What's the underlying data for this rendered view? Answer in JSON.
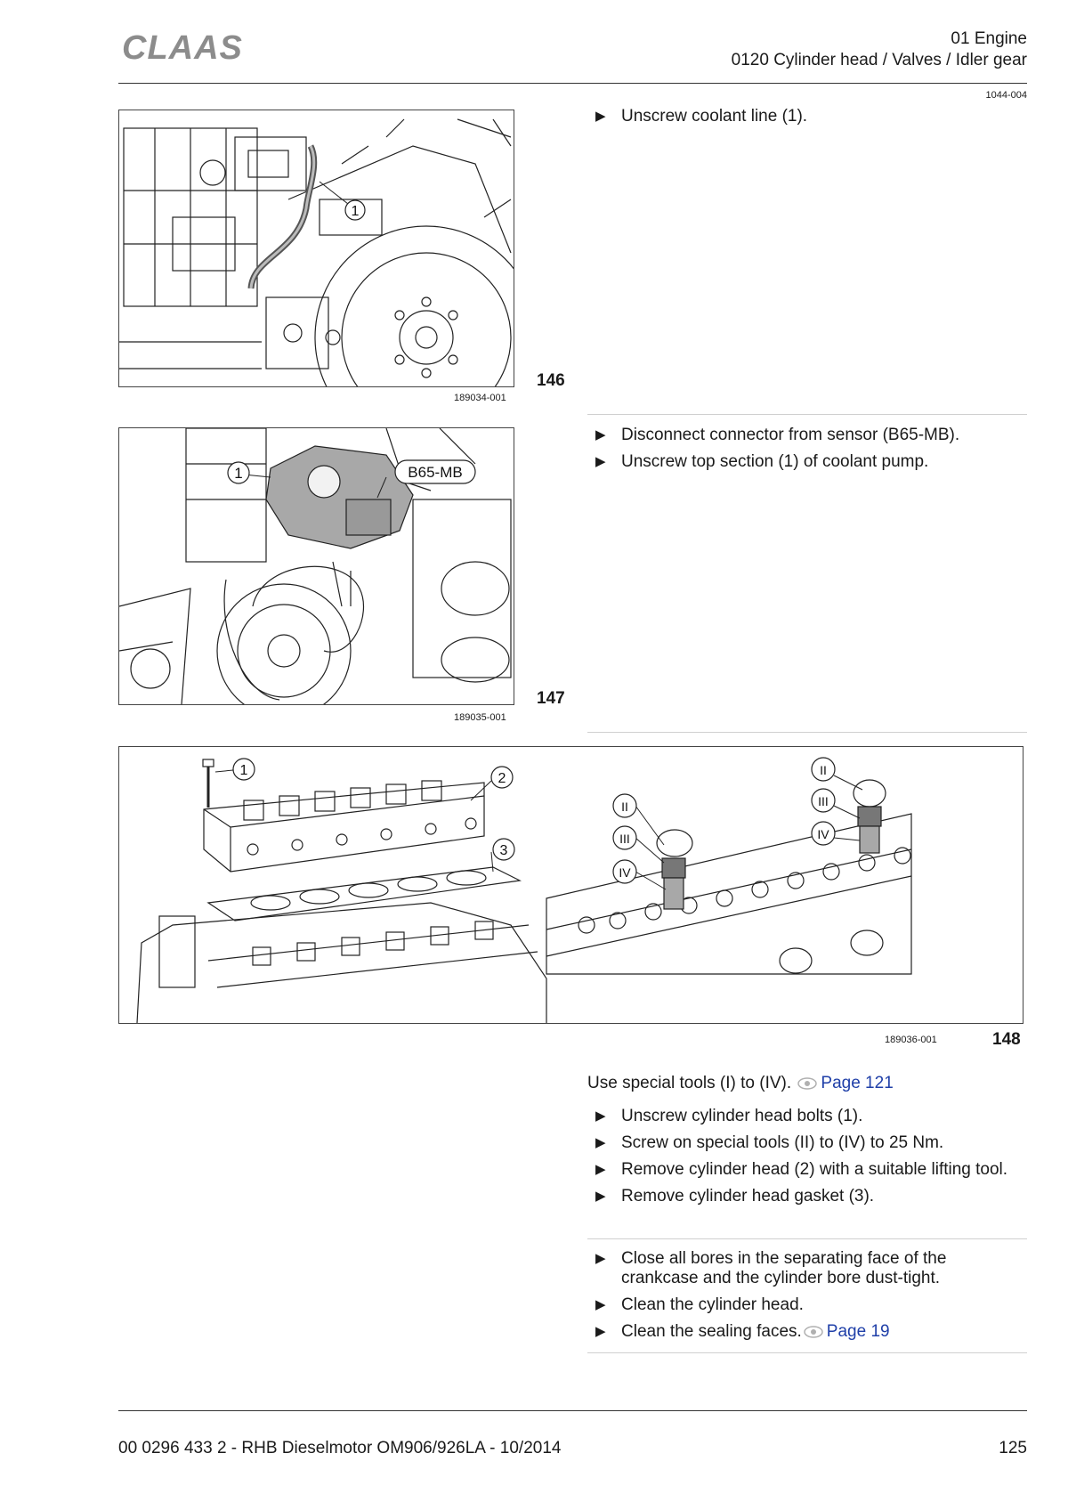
{
  "header": {
    "brand": "CLAAS",
    "chapter": "01 Engine",
    "section": "0120 Cylinder head / Valves / Idler gear",
    "doc_ref": "1044-004"
  },
  "blocks": [
    {
      "figure_number": "146",
      "figure_id": "189034-001",
      "callouts": [
        "1"
      ],
      "steps": [
        "Unscrew coolant line (1)."
      ]
    },
    {
      "figure_number": "147",
      "figure_id": "189035-001",
      "callouts": [
        "1",
        "B65-MB"
      ],
      "steps": [
        "Disconnect connector from sensor (B65-MB).",
        "Unscrew top section (1) of coolant pump."
      ]
    },
    {
      "figure_number": "148",
      "figure_id": "189036-001",
      "callouts_left": [
        "1",
        "2",
        "3"
      ],
      "callouts_right": [
        "II",
        "III",
        "IV",
        "II",
        "III",
        "IV"
      ]
    }
  ],
  "special_tools": {
    "text": "Use special tools (I) to (IV).",
    "link_label": "Page  121"
  },
  "steps_148": [
    "Unscrew cylinder head bolts (1).",
    "Screw on special tools (II) to (IV) to 25 Nm.",
    "Remove cylinder head (2) with a suitable lifting tool.",
    "Remove cylinder head gasket (3)."
  ],
  "steps_final": [
    "Close all bores in the separating face of the crankcase and the cylinder bore dust-tight.",
    "Clean the cylinder head."
  ],
  "steps_final_link": {
    "text": "Clean the sealing faces.",
    "link_label": "Page  19"
  },
  "footer": {
    "doc": "00 0296 433 2 - RHB Dieselmotor OM906/926LA - 10/2014",
    "page": "125"
  },
  "colors": {
    "link": "#1f3fa8",
    "logo": "#8c8c8c",
    "highlight": "#a8a8a8"
  },
  "icons": {
    "step_bullet": "triangle-right-icon",
    "page_ref": "eye-icon"
  }
}
